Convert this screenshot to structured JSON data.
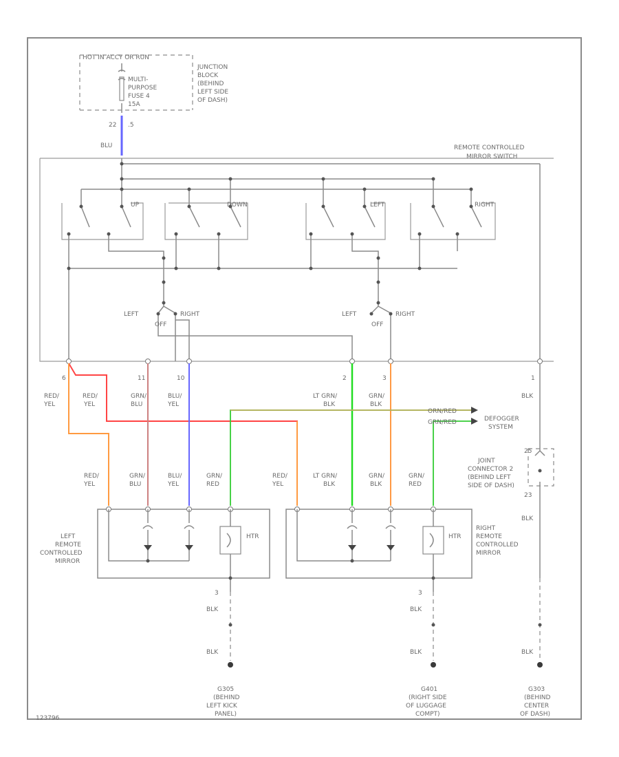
{
  "colors": {
    "blu": "#6666ff",
    "red_yel": "#ff9a40",
    "red": "#ff4444",
    "grn_blu": "#cc8080",
    "lt_grn_blk": "#22dd22",
    "grn_blk": "#ff9944",
    "grn_red": "#33cc33",
    "orange_line": "#c0b060",
    "orange_line2": "#8a8a00"
  },
  "fuse": {
    "box_title": "HOT IN ACCY OR RUN",
    "label_lines": [
      "MULTI-",
      "PURPOSE",
      "FUSE 4",
      "15A"
    ],
    "junction_lines": [
      "JUNCTION",
      "BLOCK",
      "(BEHIND",
      "LEFT SIDE",
      "OF DASH)"
    ],
    "pin": "22",
    "wire_size": ".5",
    "wire_color": "BLU"
  },
  "switch": {
    "title_lines": [
      "REMOTE CONTROLLED",
      "MIRROR SWITCH"
    ],
    "groups": [
      "UP",
      "DOWN",
      "LEFT",
      "RIGHT"
    ],
    "selectors": [
      {
        "left": "LEFT",
        "off": "OFF",
        "right": "RIGHT"
      },
      {
        "left": "LEFT",
        "off": "OFF",
        "right": "RIGHT"
      }
    ]
  },
  "pins": [
    "6",
    "11",
    "10",
    "2",
    "3",
    "1"
  ],
  "wires_upper": [
    [
      "RED/",
      "YEL"
    ],
    [
      "RED/",
      "YEL"
    ],
    [
      "GRN/",
      "BLU"
    ],
    [
      "BLU/",
      "YEL"
    ],
    [
      "LT GRN/",
      "BLK"
    ],
    [
      "GRN/",
      "BLK"
    ],
    [
      "BLK"
    ]
  ],
  "defogger": {
    "wire1": "ORN/RED",
    "wire2": "GRN/RED",
    "label_lines": [
      "DEFOGGER",
      "SYSTEM"
    ]
  },
  "joint_connector": {
    "label_lines": [
      "JOINT",
      "CONNECTOR 2",
      "(BEHIND LEFT",
      "SIDE OF DASH)"
    ],
    "pin_top": "25",
    "pin_bottom": "23",
    "wire": "BLK"
  },
  "left_mirror": {
    "label_lines": [
      "LEFT",
      "REMOTE",
      "CONTROLLED",
      "MIRROR"
    ],
    "wires": [
      [
        "RED/",
        "YEL"
      ],
      [
        "GRN/",
        "BLU"
      ],
      [
        "BLU/",
        "YEL"
      ],
      [
        "GRN/",
        "RED"
      ]
    ],
    "heater": "HTR",
    "pin": "3",
    "ground_wire1": "BLK",
    "ground_wire2": "BLK",
    "ground_lines": [
      "G305",
      "(BEHIND",
      "LEFT KICK",
      "PANEL)"
    ]
  },
  "right_mirror": {
    "label_lines": [
      "RIGHT",
      "REMOTE",
      "CONTROLLED",
      "MIRROR"
    ],
    "wires": [
      [
        "RED/",
        "YEL"
      ],
      [
        "LT GRN/",
        "BLK"
      ],
      [
        "GRN/",
        "BLK"
      ],
      [
        "GRN/",
        "RED"
      ]
    ],
    "heater": "HTR",
    "pin": "3",
    "ground_wire1": "BLK",
    "ground_wire2": "BLK",
    "ground_lines": [
      "G401",
      "(RIGHT SIDE",
      "OF LUGGAGE",
      "COMPT)"
    ]
  },
  "center_ground": {
    "wire": "BLK",
    "ground_lines": [
      "G303",
      "(BEHIND",
      "CENTER",
      "OF DASH)"
    ]
  },
  "footer_code": "123796"
}
